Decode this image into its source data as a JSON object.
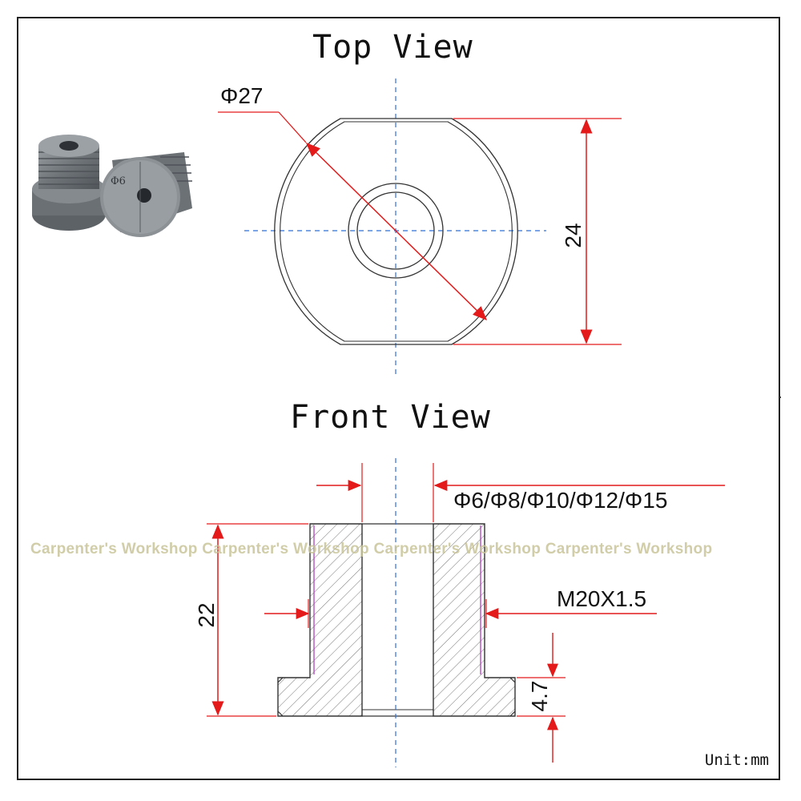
{
  "views": {
    "top_title": "Top View",
    "front_title": "Front View"
  },
  "dimensions": {
    "outer_diameter": "Φ27",
    "flat_width": "24",
    "hole_sizes": "Φ6/Φ8/Φ10/Φ12/Φ15",
    "thread": "M20X1.5",
    "height": "22",
    "flange_height": "4.7"
  },
  "watermark": "Carpenter's Workshop Carpenter's Workshop  Carpenter's Workshop Carpenter's Workshop",
  "unit_label": "Unit:mm",
  "photo": {
    "engraved_label": "Φ6"
  },
  "colors": {
    "dimension_arrow": "#e41a1a",
    "centerline": "#2f6fd6",
    "thread_line": "#b040c0",
    "watermark": "#c8c59a"
  }
}
